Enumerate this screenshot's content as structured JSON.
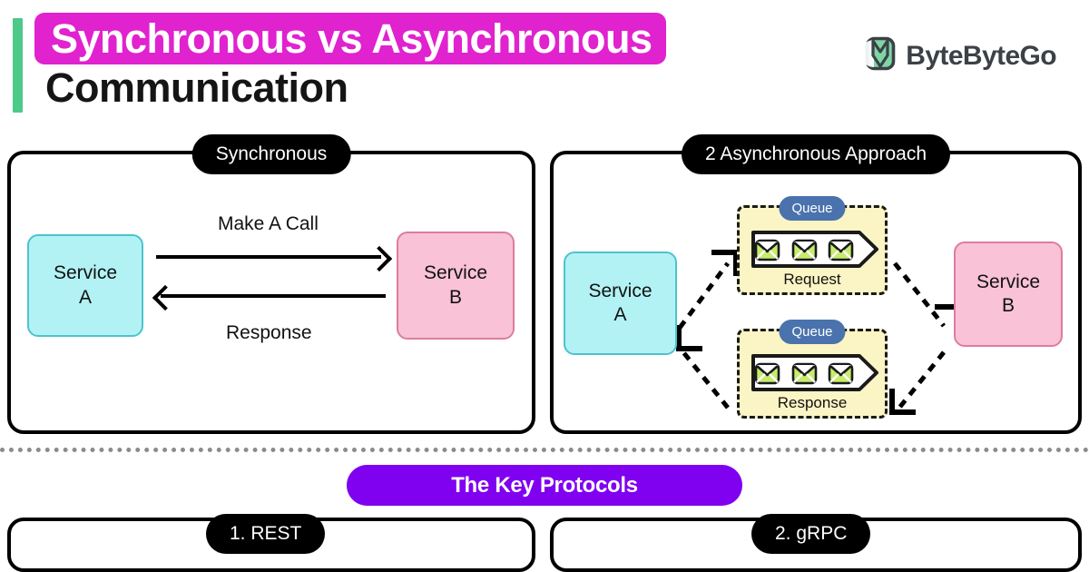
{
  "header": {
    "title_line1": "Synchronous vs Asynchronous",
    "title_line2": "Communication",
    "accent_bar_color": "#4dc98a",
    "banner_color": "#e022cf",
    "brand_name": "ByteByteGo",
    "brand_icon": "bytebytego-book-logo-icon",
    "brand_icon_color": "#7fd6a5"
  },
  "sync_panel": {
    "badge": "Synchronous",
    "service_a": {
      "line1": "Service",
      "line2": "A",
      "color": "#b2f2f5",
      "border": "#4ec3cc"
    },
    "service_b": {
      "line1": "Service",
      "line2": "B",
      "color": "#f9c2d6",
      "border": "#dd7ca0"
    },
    "arrow_forward_label": "Make A Call",
    "arrow_backward_label": "Response"
  },
  "async_panel": {
    "badge": "2 Asynchronous Approach",
    "service_a": {
      "line1": "Service",
      "line2": "A",
      "color": "#b2f2f5",
      "border": "#4ec3cc"
    },
    "service_b": {
      "line1": "Service",
      "line2": "B",
      "color": "#f9c2d6",
      "border": "#dd7ca0"
    },
    "queue_fill": "#fbf4c4",
    "queue_badge_color": "#4a72ad",
    "envelope_color": "#c6ec6b",
    "queues": [
      {
        "badge": "Queue",
        "caption": "Request",
        "message_count": 3
      },
      {
        "badge": "Queue",
        "caption": "Response",
        "message_count": 3
      }
    ]
  },
  "divider": {
    "style": "dotted",
    "color": "#8b8b8b"
  },
  "key_protocols": {
    "pill_label": "The Key Protocols",
    "pill_color": "#8000f0",
    "items": [
      {
        "badge": "1. REST"
      },
      {
        "badge": "2. gRPC"
      }
    ]
  }
}
